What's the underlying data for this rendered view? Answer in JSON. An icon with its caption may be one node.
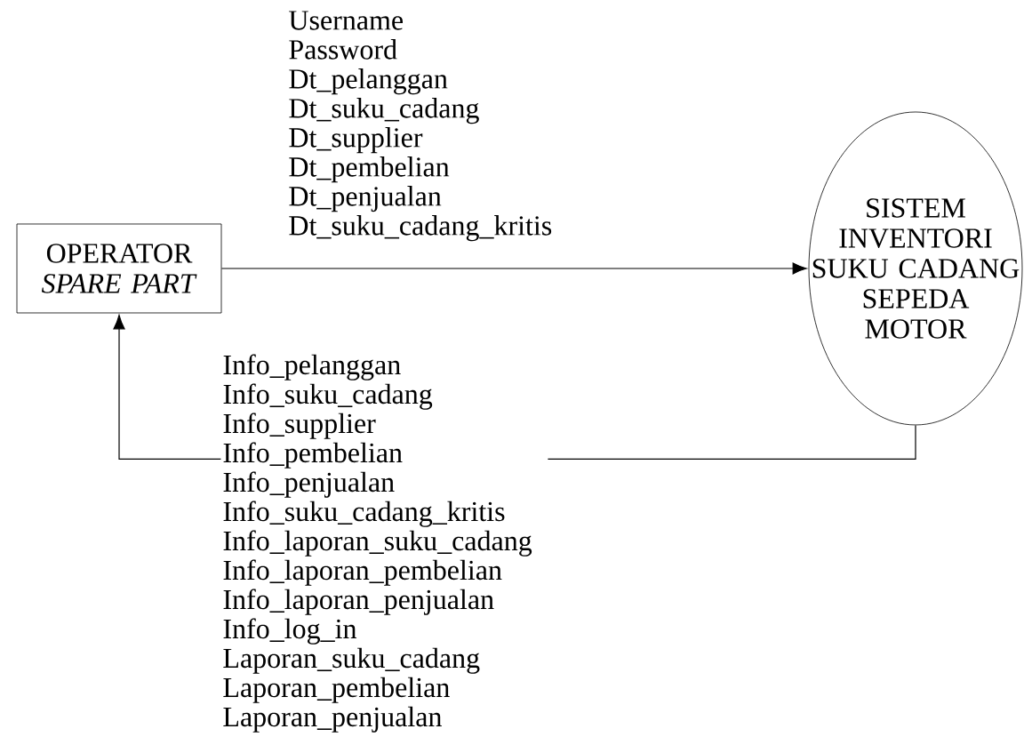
{
  "diagram": {
    "nodes": [
      {
        "text": [
          "OPERATOR *SPARE PART*"
        ]
      },
      {
        "text": [
          "SISTEM INVENTORI SUKU CADANG SEPEDA MOTOR"
        ]
      }
    ],
    "edges": [
      {
        "from": 0,
        "to": 1,
        "arrow": "to",
        "label": "Username Password Dt_pelanggan Dt_suku_cadang Dt_supplier Dt_pembelian Dt_penjualan Dt_suku_cadang_kritis"
      },
      {
        "from": 1,
        "to": 0,
        "arrow": "to",
        "label": "Info_pelanggan Info_suku_cadang Info_supplier Info_pembelian Info_penjualan Info_suku_cadang_kritis Info_laporan_suku_cadang Info_laporan_pembelian Info_laporan_penjualan Info_log_in Laporan_suku_cadang Laporan_pembelian Laporan_penjualan"
      }
    ]
  }
}
